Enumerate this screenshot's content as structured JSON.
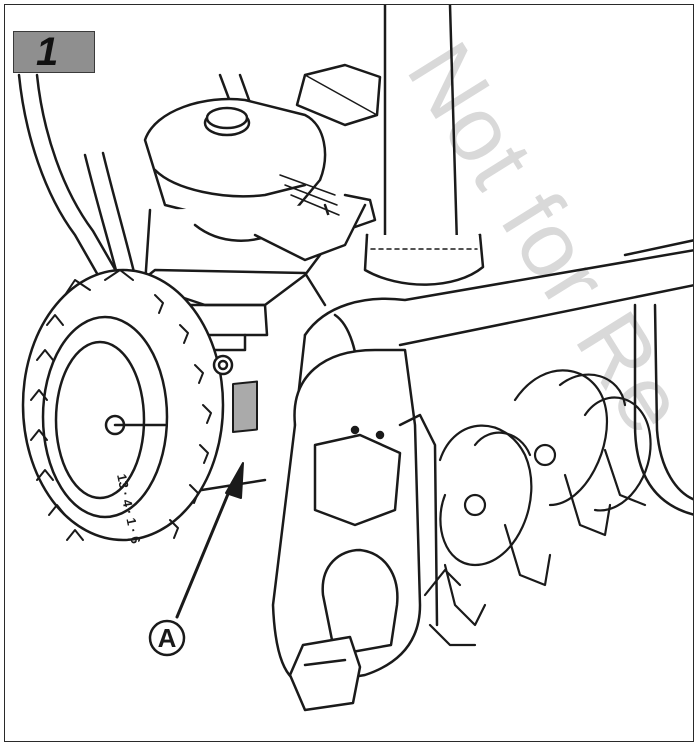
{
  "figure": {
    "step_number": "1",
    "callout_label": "A",
    "watermark": "Not for Re",
    "tire_sidewall_text": "13 · 4 · 1 · 6"
  },
  "colors": {
    "badge": "#8f8f8f",
    "label_plate": "#aaaaaa",
    "line": "#1a1a1a",
    "watermark": "#d9d9d9"
  }
}
